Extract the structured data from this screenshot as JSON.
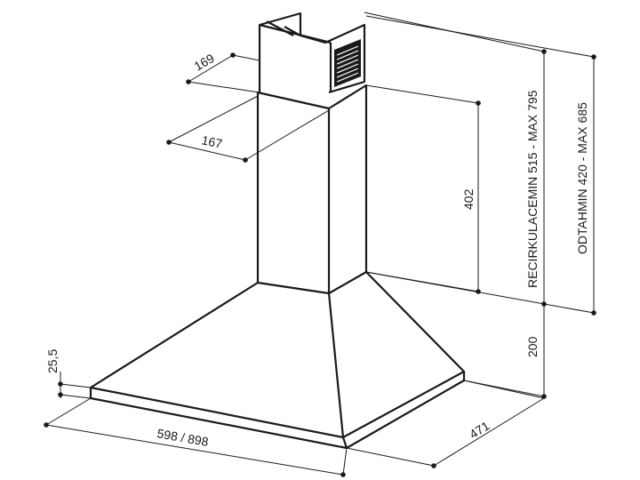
{
  "dimensions": {
    "duct_depth": "169",
    "duct_width": "167",
    "duct_height": "402",
    "recirculation": "RECIRKULACEMIN 515 - MAX 795",
    "extraction": "ODTAHMIN 420 - MAX 685",
    "hood_height": "200",
    "edge_thickness": "25,5",
    "hood_width": "598 / 898",
    "hood_depth": "471"
  },
  "colors": {
    "line": "#1a1a1a",
    "background": "#ffffff"
  }
}
